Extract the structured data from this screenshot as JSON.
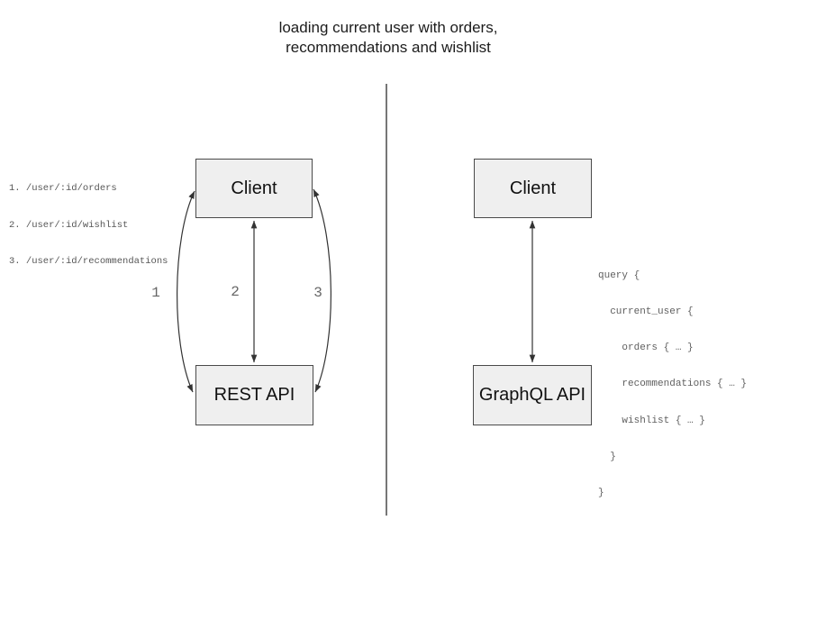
{
  "title": {
    "line1": "loading current user with orders,",
    "line2": "recommendations and wishlist"
  },
  "rest_side": {
    "client_label": "Client",
    "api_label": "REST API",
    "endpoints": [
      "1. /user/:id/orders",
      "2. /user/:id/wishlist",
      "3. /user/:id/recommendations"
    ],
    "arrow_labels": [
      "1",
      "2",
      "3"
    ]
  },
  "graphql_side": {
    "client_label": "Client",
    "api_label": "GraphQL API",
    "query_lines": [
      "query {",
      "  current_user {",
      "    orders { … }",
      "    recommendations { … }",
      "    wishlist { … }",
      "  }",
      "}"
    ]
  },
  "colors": {
    "box_fill": "#efefef",
    "box_border": "#4a4a4a",
    "connector": "#333333",
    "muted_text": "#5f5f5f",
    "title_text": "#1c1c1c"
  }
}
